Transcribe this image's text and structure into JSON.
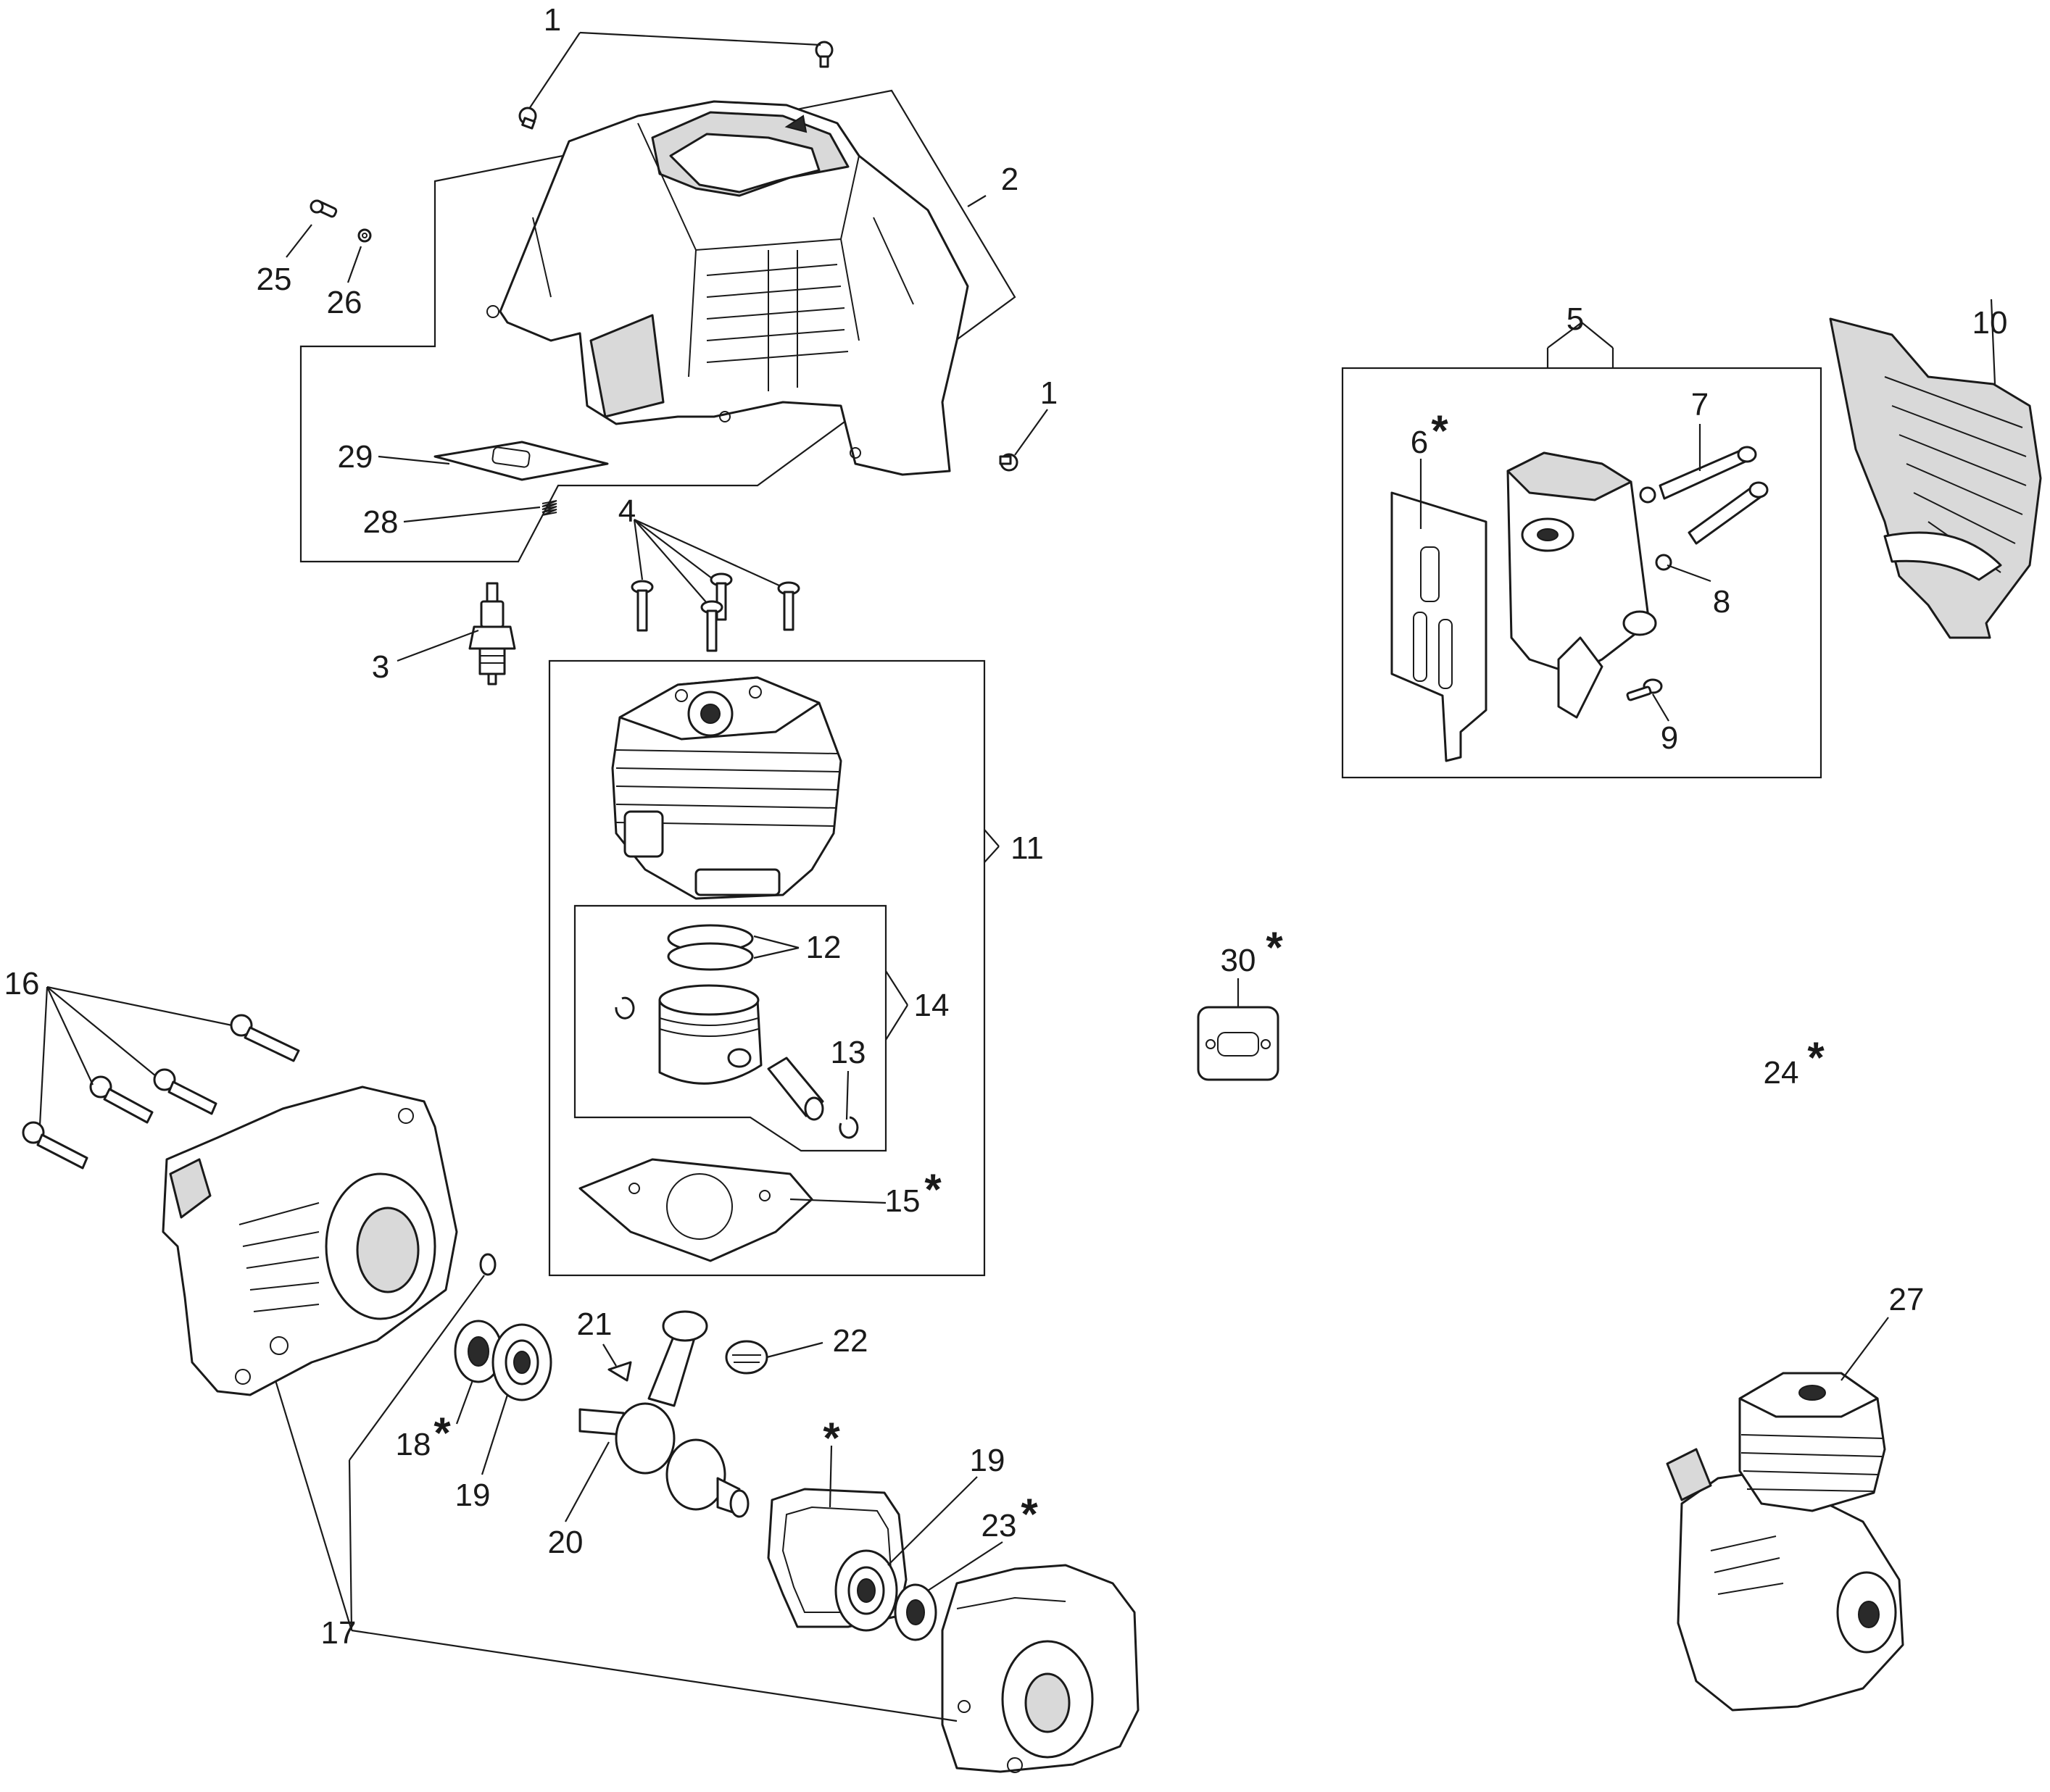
{
  "callouts": [
    {
      "id": "c1a",
      "text": "1"
    },
    {
      "id": "c1b",
      "text": "1"
    },
    {
      "id": "c2",
      "text": "2"
    },
    {
      "id": "c3",
      "text": "3"
    },
    {
      "id": "c4",
      "text": "4"
    },
    {
      "id": "c5",
      "text": "5"
    },
    {
      "id": "c6",
      "text": "6"
    },
    {
      "id": "c7",
      "text": "7"
    },
    {
      "id": "c8",
      "text": "8"
    },
    {
      "id": "c9",
      "text": "9"
    },
    {
      "id": "c10",
      "text": "10"
    },
    {
      "id": "c11",
      "text": "11"
    },
    {
      "id": "c12",
      "text": "12"
    },
    {
      "id": "c13",
      "text": "13"
    },
    {
      "id": "c14",
      "text": "14"
    },
    {
      "id": "c15",
      "text": "15"
    },
    {
      "id": "c16",
      "text": "16"
    },
    {
      "id": "c17",
      "text": "17"
    },
    {
      "id": "c18",
      "text": "18"
    },
    {
      "id": "c19a",
      "text": "19"
    },
    {
      "id": "c19b",
      "text": "19"
    },
    {
      "id": "c20",
      "text": "20"
    },
    {
      "id": "c21",
      "text": "21"
    },
    {
      "id": "c22",
      "text": "22"
    },
    {
      "id": "c23",
      "text": "23"
    },
    {
      "id": "c24",
      "text": "24"
    },
    {
      "id": "c25",
      "text": "25"
    },
    {
      "id": "c26",
      "text": "26"
    },
    {
      "id": "c27",
      "text": "27"
    },
    {
      "id": "c28",
      "text": "28"
    },
    {
      "id": "c29",
      "text": "29"
    },
    {
      "id": "c30",
      "text": "30"
    }
  ],
  "asterisk": "*"
}
